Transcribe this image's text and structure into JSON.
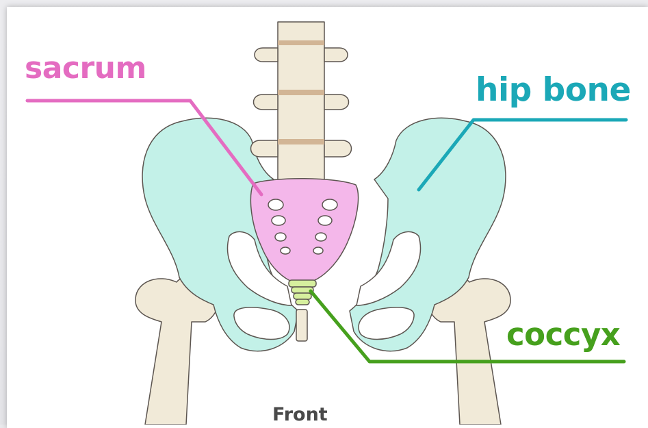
{
  "labels": {
    "sacrum": "sacrum",
    "hip_bone": "hip bone",
    "coccyx": "coccyx",
    "caption": "Front"
  },
  "colors": {
    "sacrum": "#e46cc1",
    "sacrum_fill": "#f4b7ea",
    "hip_bone": "#1ba8b7",
    "hip_fill": "#c3f1e8",
    "coccyx": "#46a01d",
    "coccyx_fill": "#d6ef9e",
    "bone_fill": "#f1ead8",
    "disc": "#d2b595",
    "outline": "#5c5550"
  }
}
